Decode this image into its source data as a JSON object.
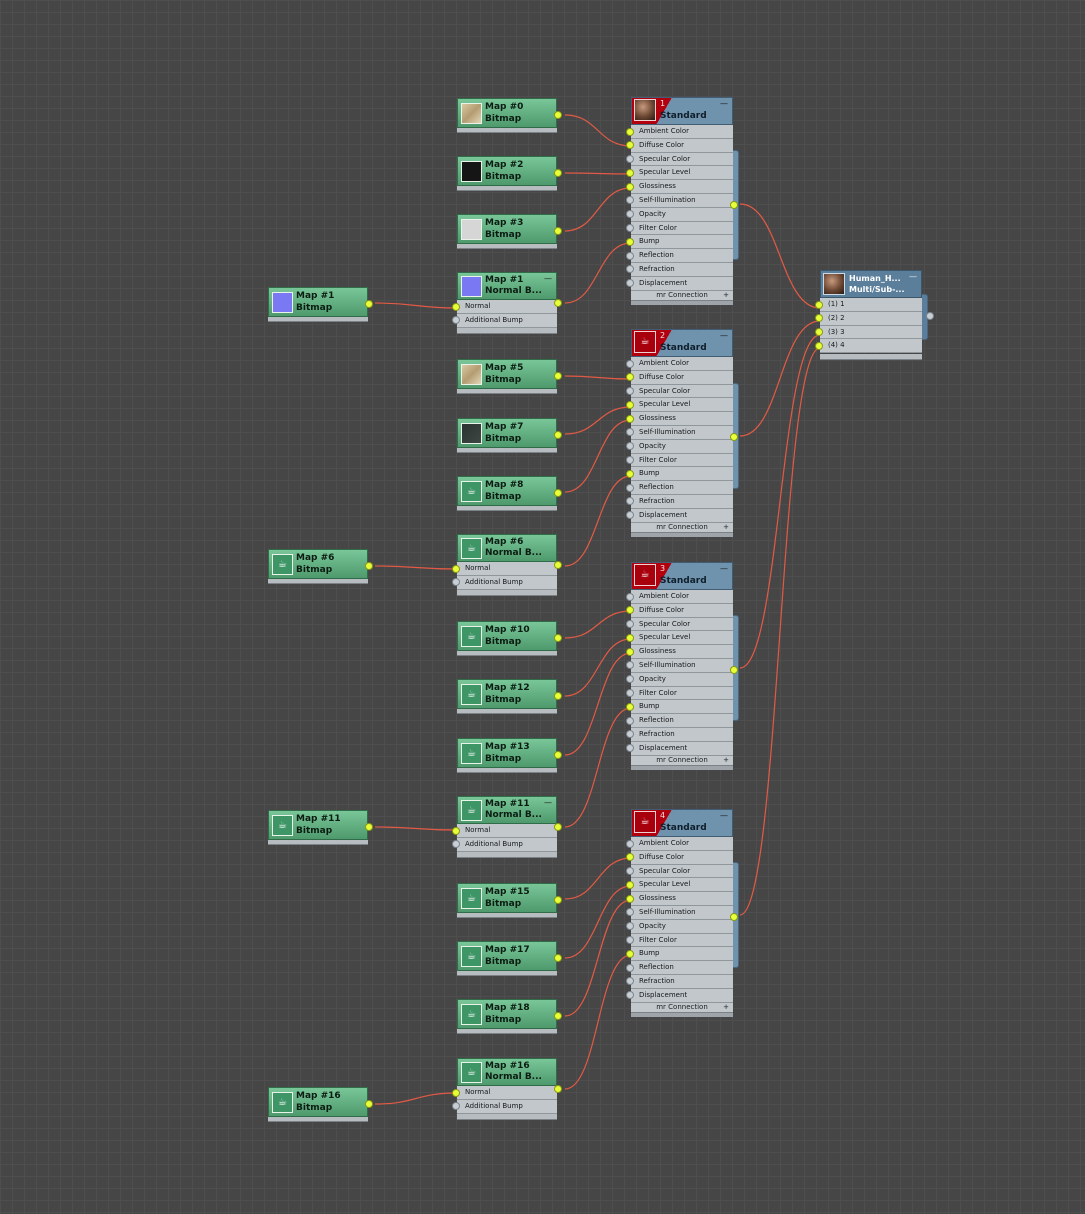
{
  "colors": {
    "wire": "#e25a45",
    "socket_on": "#e6ff3a",
    "socket_off": "#c8ced4",
    "map_node": "#5faf7f",
    "material_header": "#6f92ad",
    "material_id_red": "#b3000e"
  },
  "standard_slots": [
    "Ambient Color",
    "Diffuse Color",
    "Specular Color",
    "Specular Level",
    "Glossiness",
    "Self-Illumination",
    "Opacity",
    "Filter Color",
    "Bump",
    "Reflection",
    "Refraction",
    "Displacement"
  ],
  "std_footer": "mr Connection",
  "std_footer_plus": "+",
  "normal_bump_slots": [
    "Normal",
    "Additional Bump"
  ],
  "min_button": "—",
  "multi": {
    "name": "Human_H...",
    "type": "Multi/Sub-...",
    "slots": [
      "(1) 1",
      "(2) 2",
      "(3) 3",
      "(4) 4"
    ],
    "icon": "sphere-thumbnail"
  },
  "materials": [
    {
      "num": "1",
      "type": "Standard",
      "icon": "sphere-thumbnail"
    },
    {
      "num": "2",
      "type": "Standard",
      "icon": "teapot-icon"
    },
    {
      "num": "3",
      "type": "Standard",
      "icon": "teapot-icon"
    },
    {
      "num": "4",
      "type": "Standard",
      "icon": "teapot-icon"
    }
  ],
  "nodes": [
    {
      "id": "m0",
      "line1": "Map #0",
      "line2": "Bitmap",
      "kind": "bitmap",
      "thumb": "skin-texture"
    },
    {
      "id": "m2",
      "line1": "Map #2",
      "line2": "Bitmap",
      "kind": "bitmap",
      "thumb": "black-texture"
    },
    {
      "id": "m3",
      "line1": "Map #3",
      "line2": "Bitmap",
      "kind": "bitmap",
      "thumb": "white-texture"
    },
    {
      "id": "nb1",
      "line1": "Map #1",
      "line2": "Normal B...",
      "kind": "normal_bump",
      "thumb": "normal-texture"
    },
    {
      "id": "src1",
      "line1": "Map #1",
      "line2": "Bitmap",
      "kind": "bitmap",
      "thumb": "normal-texture"
    },
    {
      "id": "m5",
      "line1": "Map #5",
      "line2": "Bitmap",
      "kind": "bitmap",
      "thumb": "skin-texture"
    },
    {
      "id": "m7",
      "line1": "Map #7",
      "line2": "Bitmap",
      "kind": "bitmap",
      "thumb": "dark-texture"
    },
    {
      "id": "m8",
      "line1": "Map #8",
      "line2": "Bitmap",
      "kind": "bitmap",
      "thumb": "teapot-icon"
    },
    {
      "id": "nb6",
      "line1": "Map #6",
      "line2": "Normal B...",
      "kind": "normal_bump",
      "thumb": "teapot-icon"
    },
    {
      "id": "src6",
      "line1": "Map #6",
      "line2": "Bitmap",
      "kind": "bitmap",
      "thumb": "teapot-icon"
    },
    {
      "id": "m10",
      "line1": "Map #10",
      "line2": "Bitmap",
      "kind": "bitmap",
      "thumb": "teapot-icon"
    },
    {
      "id": "m12",
      "line1": "Map #12",
      "line2": "Bitmap",
      "kind": "bitmap",
      "thumb": "teapot-icon"
    },
    {
      "id": "m13",
      "line1": "Map #13",
      "line2": "Bitmap",
      "kind": "bitmap",
      "thumb": "teapot-icon"
    },
    {
      "id": "nb11",
      "line1": "Map #11",
      "line2": "Normal B...",
      "kind": "normal_bump",
      "thumb": "teapot-icon"
    },
    {
      "id": "src11",
      "line1": "Map #11",
      "line2": "Bitmap",
      "kind": "bitmap",
      "thumb": "teapot-icon"
    },
    {
      "id": "m15",
      "line1": "Map #15",
      "line2": "Bitmap",
      "kind": "bitmap",
      "thumb": "teapot-icon"
    },
    {
      "id": "m17",
      "line1": "Map #17",
      "line2": "Bitmap",
      "kind": "bitmap",
      "thumb": "teapot-icon"
    },
    {
      "id": "m18",
      "line1": "Map #18",
      "line2": "Bitmap",
      "kind": "bitmap",
      "thumb": "teapot-icon"
    },
    {
      "id": "nb16",
      "line1": "Map #16",
      "line2": "Normal B...",
      "kind": "normal_bump",
      "thumb": "teapot-icon"
    },
    {
      "id": "src16",
      "line1": "Map #16",
      "line2": "Bitmap",
      "kind": "bitmap",
      "thumb": "teapot-icon"
    }
  ]
}
